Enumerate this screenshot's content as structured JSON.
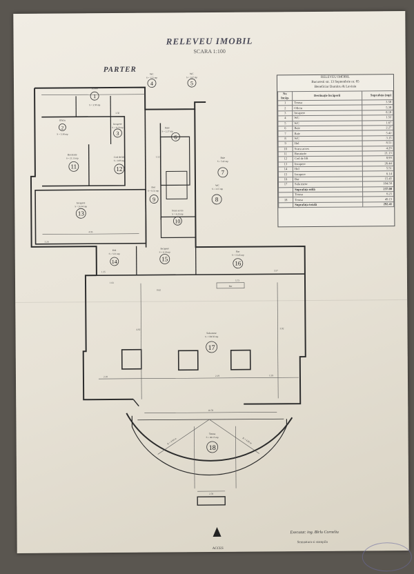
{
  "document": {
    "title": "RELEVEU IMOBIL",
    "scale": "SCARA 1:100",
    "floor": "PARTER",
    "north_label": "ACCES",
    "executed_by": "Executat: ing. Bîrlu Corneliu",
    "signature_line": "Semnatura si stampila"
  },
  "legend": {
    "title": "RELEVEU IMOBIL",
    "address_1": "Bucuresti str. 13 Septembrie nr. 85",
    "address_2": "Beneficiar Dumitru & Lavinia",
    "headers": {
      "nr": "Nr. încăp.",
      "desc": "Destinație încăperii",
      "area": "Suprafața (mp)"
    },
    "rows": [
      {
        "nr": "1",
        "desc": "Terasa",
        "area": "3.58"
      },
      {
        "nr": "2",
        "desc": "Oficiu",
        "area": "5.38"
      },
      {
        "nr": "3",
        "desc": "Incapere",
        "area": "8.18"
      },
      {
        "nr": "4",
        "desc": "WC",
        "area": "1.52"
      },
      {
        "nr": "5",
        "desc": "WC",
        "area": "1.67"
      },
      {
        "nr": "6",
        "desc": "Baie",
        "area": "2.27"
      },
      {
        "nr": "7",
        "desc": "Baie",
        "area": "5.42"
      },
      {
        "nr": "8",
        "desc": "WC",
        "area": "3.15"
      },
      {
        "nr": "9",
        "desc": "Hol",
        "area": "8.51"
      },
      {
        "nr": "10",
        "desc": "Scara acces",
        "area": "4.29"
      },
      {
        "nr": "11",
        "desc": "Bucatarie",
        "area": "21.13"
      },
      {
        "nr": "12",
        "desc": "Cod de lift",
        "area": "8.99"
      },
      {
        "nr": "13",
        "desc": "Incapere",
        "area": "26.44"
      },
      {
        "nr": "14",
        "desc": "Hol",
        "area": "5.51"
      },
      {
        "nr": "15",
        "desc": "Incapere",
        "area": "6.14"
      },
      {
        "nr": "16",
        "desc": "Bar",
        "area": "15.45"
      },
      {
        "nr": "17",
        "desc": "Sala mese",
        "area": "104.50"
      }
    ],
    "subtotal_label": "Suprafața utilă",
    "subtotal": "237.00",
    "extra_rows": [
      {
        "nr": "",
        "desc": "Terasa",
        "area": "6.21"
      },
      {
        "nr": "18",
        "desc": "Terasa",
        "area": "49.15"
      }
    ],
    "total_label": "Suprafața totală",
    "total": "292.41"
  },
  "plan": {
    "rooms": [
      {
        "id": "1",
        "label": "Terasa",
        "area": "S = 3.58 mp"
      },
      {
        "id": "2",
        "label": "Oficiu",
        "area": "S = 5.38 mp"
      },
      {
        "id": "3",
        "label": "Incapere",
        "area": "S = 8.18 mp"
      },
      {
        "id": "4",
        "label": "WC",
        "area": "S = 1.52 mp"
      },
      {
        "id": "5",
        "label": "WC",
        "area": "S = 1.67 mp"
      },
      {
        "id": "6",
        "label": "Baie",
        "area": "S = 2.27 mp"
      },
      {
        "id": "7",
        "label": "Baie",
        "area": "S = 5.42 mp"
      },
      {
        "id": "8",
        "label": "WC",
        "area": "S = 3.15 mp"
      },
      {
        "id": "9",
        "label": "Hol",
        "area": "S = 8.51 mp"
      },
      {
        "id": "10",
        "label": "Scara acces",
        "area": "S = 4.29 mp"
      },
      {
        "id": "11",
        "label": "Bucatarie",
        "area": "S = 21.13 mp"
      },
      {
        "id": "12",
        "label": "Cod de lift",
        "area": "S = 8.99 mp"
      },
      {
        "id": "13",
        "label": "Incapere",
        "area": "S = 26.44 mp"
      },
      {
        "id": "14",
        "label": "Hol",
        "area": "S = 5.51 mp"
      },
      {
        "id": "15",
        "label": "Incapere",
        "area": "S = 6.14 mp"
      },
      {
        "id": "16",
        "label": "Bar",
        "area": "S = 15.45 mp"
      },
      {
        "id": "17",
        "label": "Sala mese",
        "area": "S = 104.50 mp"
      },
      {
        "id": "18",
        "label": "Terasa",
        "area": "S = 49.15 mp"
      }
    ],
    "bar_counter": "Bar",
    "dims": {
      "d1": "10.78",
      "d2": "2.78",
      "d3": "4.92",
      "d4": "3.92",
      "d5": "5.73",
      "d6": "2.18",
      "d7": "2.19",
      "d8": "1.59",
      "d9": "3.24",
      "d10": "4.95",
      "d11": "3.50",
      "d12": "1.52",
      "d13": "1.35",
      "d14": "3.57",
      "d15": "R = 4.94 m",
      "d16": "R = 4.89 m",
      "d17": "0.62",
      "d18": "1.61"
    }
  }
}
